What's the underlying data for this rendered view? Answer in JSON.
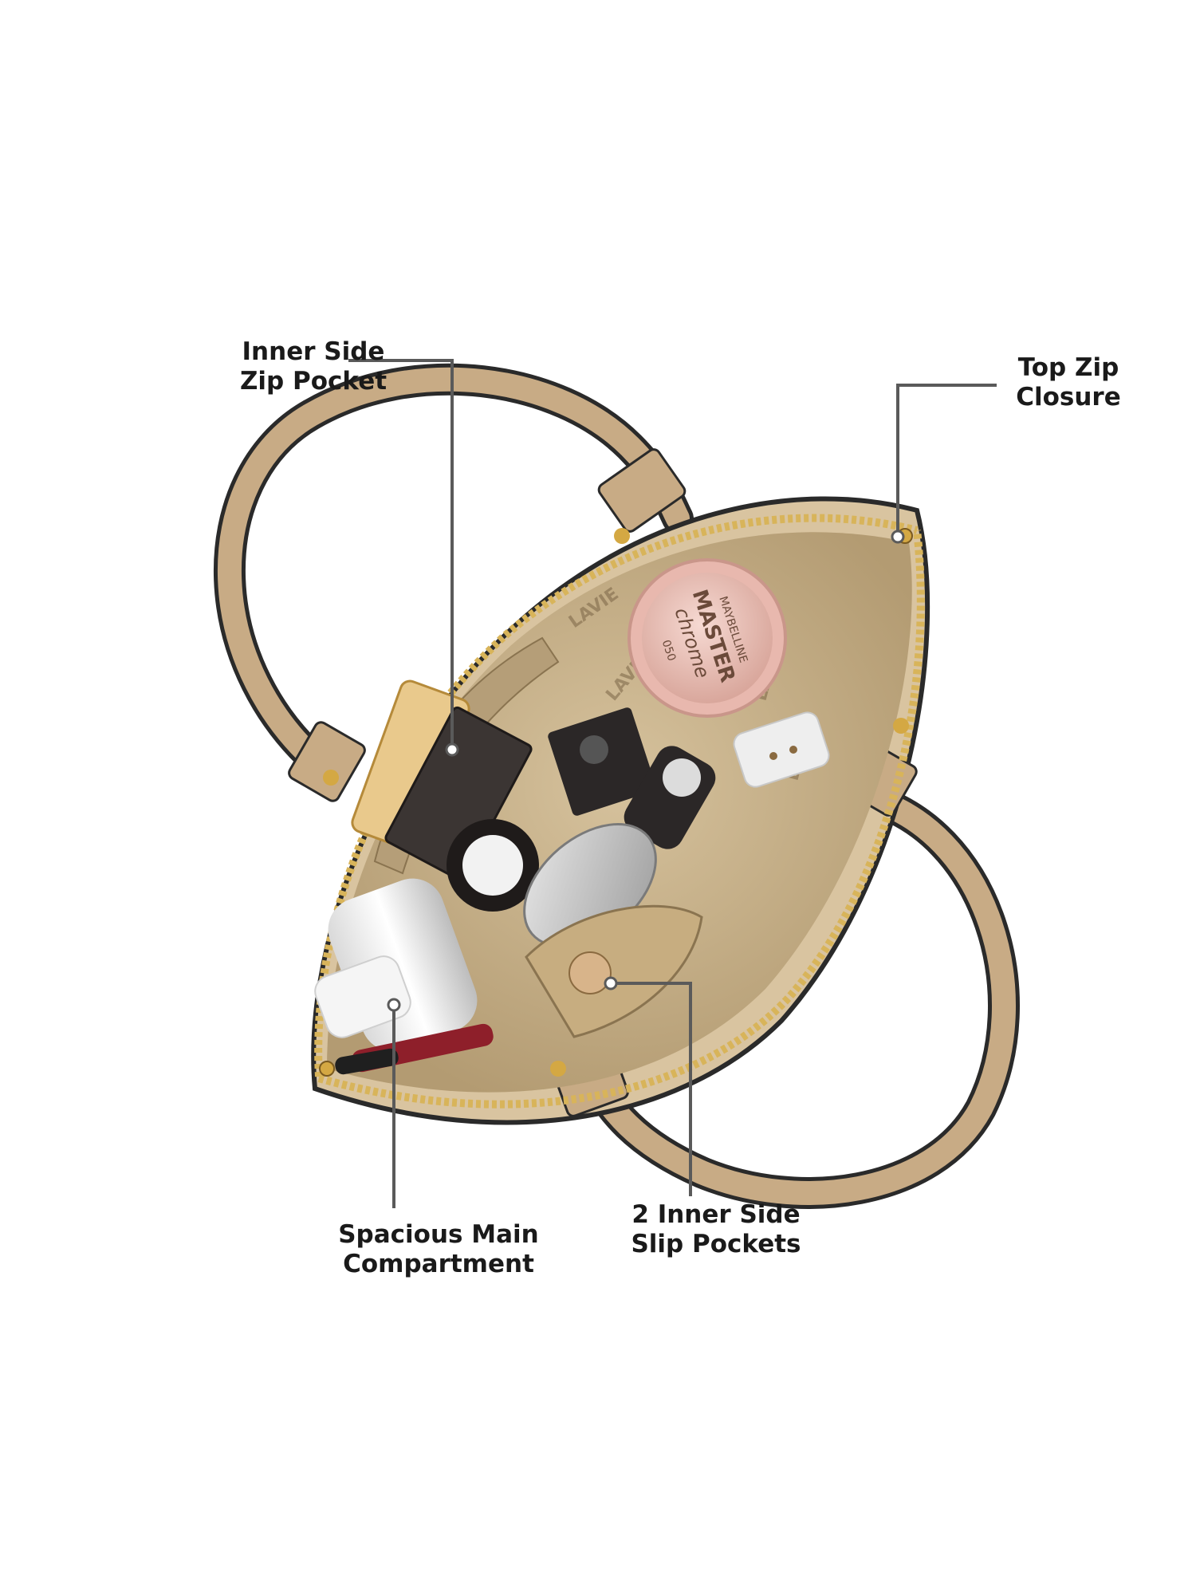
{
  "callouts": {
    "inner_side_zip_pocket": {
      "line1": "Inner Side",
      "line2": "Zip Pocket"
    },
    "top_zip_closure": {
      "line1": "Top Zip",
      "line2": "Closure"
    },
    "spacious_main_compartment": {
      "line1": "Spacious Main",
      "line2": "Compartment"
    },
    "inner_side_slip_pockets": {
      "line1": "2 Inner Side",
      "line2": "Slip Pockets"
    }
  },
  "product_print": {
    "brand_word": "LAVIE",
    "compact_brand": "MAYBELLINE",
    "compact_line1": "MASTER",
    "compact_line2": "chrome",
    "compact_shade": "050"
  },
  "colors": {
    "leader_line": "#5a5a5a",
    "handle": "#c8ab85",
    "handle_edge": "#2a2a2a",
    "bag_exterior": "#d9c4a0",
    "lining": "#c9b48f",
    "zipper": "#d8b45a",
    "hardware": "#d4a843"
  }
}
